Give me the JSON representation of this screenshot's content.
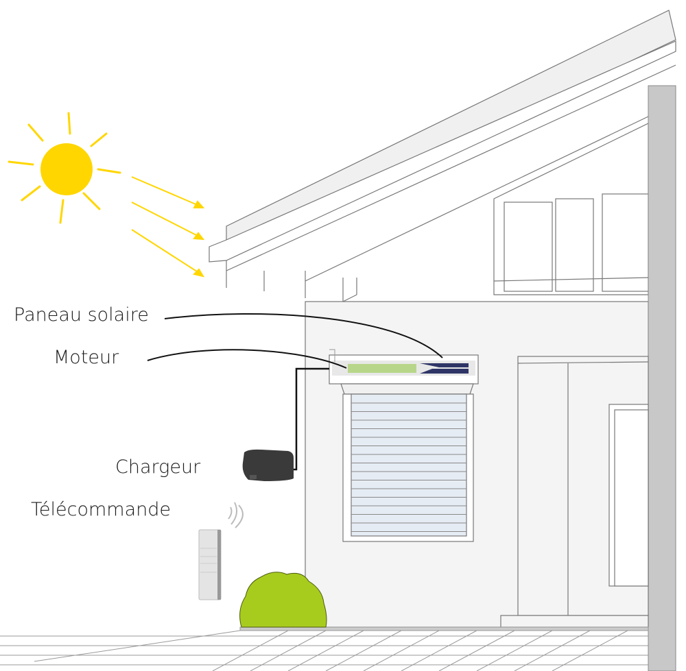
{
  "labels": {
    "solar_panel": "Paneau solaire",
    "motor": "Moteur",
    "charger": "Chargeur",
    "remote": "Télécommande"
  },
  "colors": {
    "sun": "#FFD600",
    "motor_bar": "#B8D68A",
    "solar_panel": "#2E3566",
    "bush": "#A8CC1E",
    "charger": "#3A3A3A",
    "wall": "#F4F4F4",
    "column": "#C8C8C8"
  }
}
